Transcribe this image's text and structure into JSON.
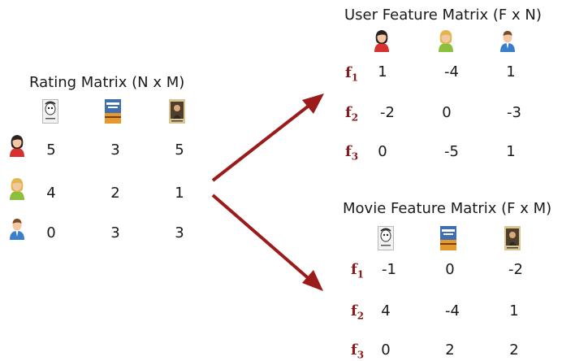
{
  "colors": {
    "feature_label": "#8b1a1a",
    "arrow": "#9b1b1b"
  },
  "icons": {
    "users": [
      "female-user-icon",
      "blonde-user-icon",
      "male-user-icon"
    ],
    "movies": [
      "movie-poster-1-icon",
      "movie-poster-2-icon",
      "movie-poster-3-icon"
    ]
  },
  "rating_matrix": {
    "title": "Rating Matrix (N x M)",
    "rows": [
      [
        "5",
        "3",
        "5"
      ],
      [
        "4",
        "2",
        "1"
      ],
      [
        "0",
        "3",
        "3"
      ]
    ]
  },
  "user_feature_matrix": {
    "title": "User Feature Matrix (F x N)",
    "row_labels": [
      {
        "base": "f",
        "sub": "1"
      },
      {
        "base": "f",
        "sub": "2"
      },
      {
        "base": "f",
        "sub": "3"
      }
    ],
    "rows": [
      [
        "1",
        "-4",
        "1"
      ],
      [
        "-2",
        "0",
        "-3"
      ],
      [
        "0",
        "-5",
        "1"
      ]
    ]
  },
  "movie_feature_matrix": {
    "title": "Movie Feature Matrix (F x M)",
    "row_labels": [
      {
        "base": "f",
        "sub": "1"
      },
      {
        "base": "f",
        "sub": "2"
      },
      {
        "base": "f",
        "sub": "3"
      }
    ],
    "rows": [
      [
        "-1",
        "0",
        "-2"
      ],
      [
        "4",
        "-4",
        "1"
      ],
      [
        "0",
        "2",
        "2"
      ]
    ]
  }
}
